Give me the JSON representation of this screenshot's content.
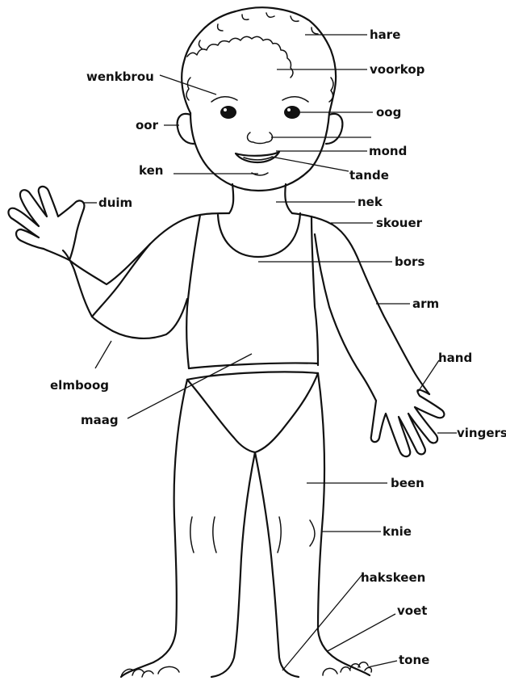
{
  "colors": {
    "line": "#111111",
    "background": "#ffffff"
  },
  "labels": {
    "hare": "hare",
    "voorkop": "voorkop",
    "wenkbrou": "wenkbrou",
    "oog": "oog",
    "oor": "oor",
    "mond": "mond",
    "tande": "tande",
    "ken": "ken",
    "nek": "nek",
    "duim": "duim",
    "skouer": "skouer",
    "bors": "bors",
    "arm": "arm",
    "hand": "hand",
    "elmboog": "elmboog",
    "maag": "maag",
    "vingers": "vingers",
    "been": "been",
    "knie": "knie",
    "hakskeen": "hakskeen",
    "voet": "voet",
    "tone": "tone"
  }
}
